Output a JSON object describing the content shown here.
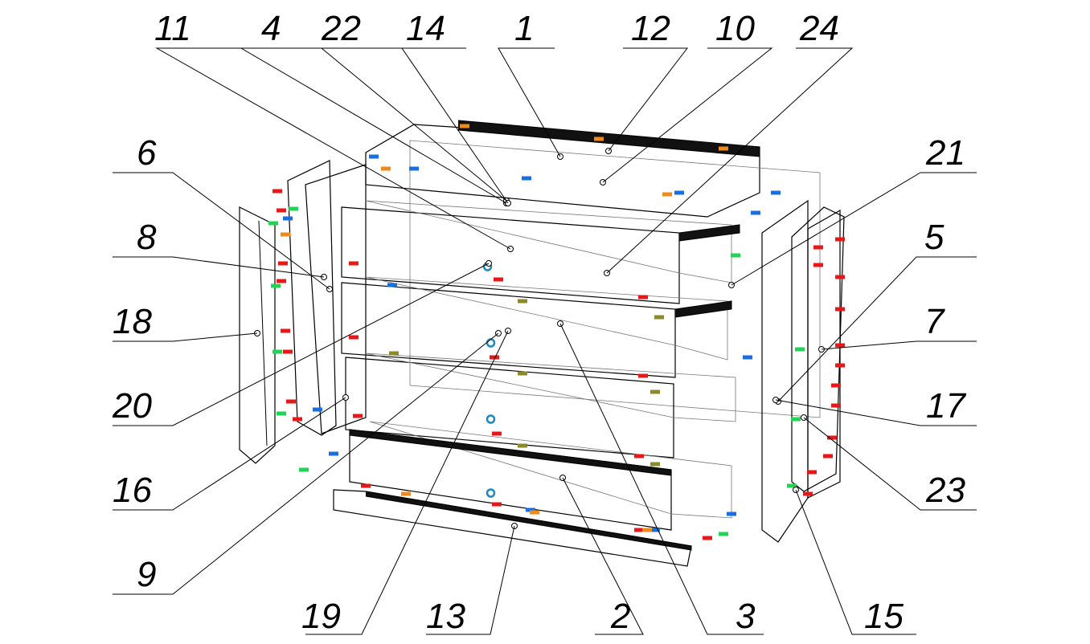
{
  "diagram": {
    "type": "exploded assembly drawing",
    "part_labels": {
      "top": [
        "11",
        "4",
        "22",
        "14",
        "1",
        "12",
        "10",
        "24"
      ],
      "left": [
        "6",
        "8",
        "18",
        "20",
        "16",
        "9"
      ],
      "right": [
        "21",
        "5",
        "7",
        "17",
        "23"
      ],
      "bottom": [
        "19",
        "13",
        "2",
        "3",
        "15"
      ]
    },
    "fitting_colors": {
      "red": "#e81818",
      "blue": "#1a6fe0",
      "orange": "#f08a1c",
      "green": "#22d455",
      "olive": "#8a8a2a",
      "teal": "#1a8ac0"
    }
  }
}
